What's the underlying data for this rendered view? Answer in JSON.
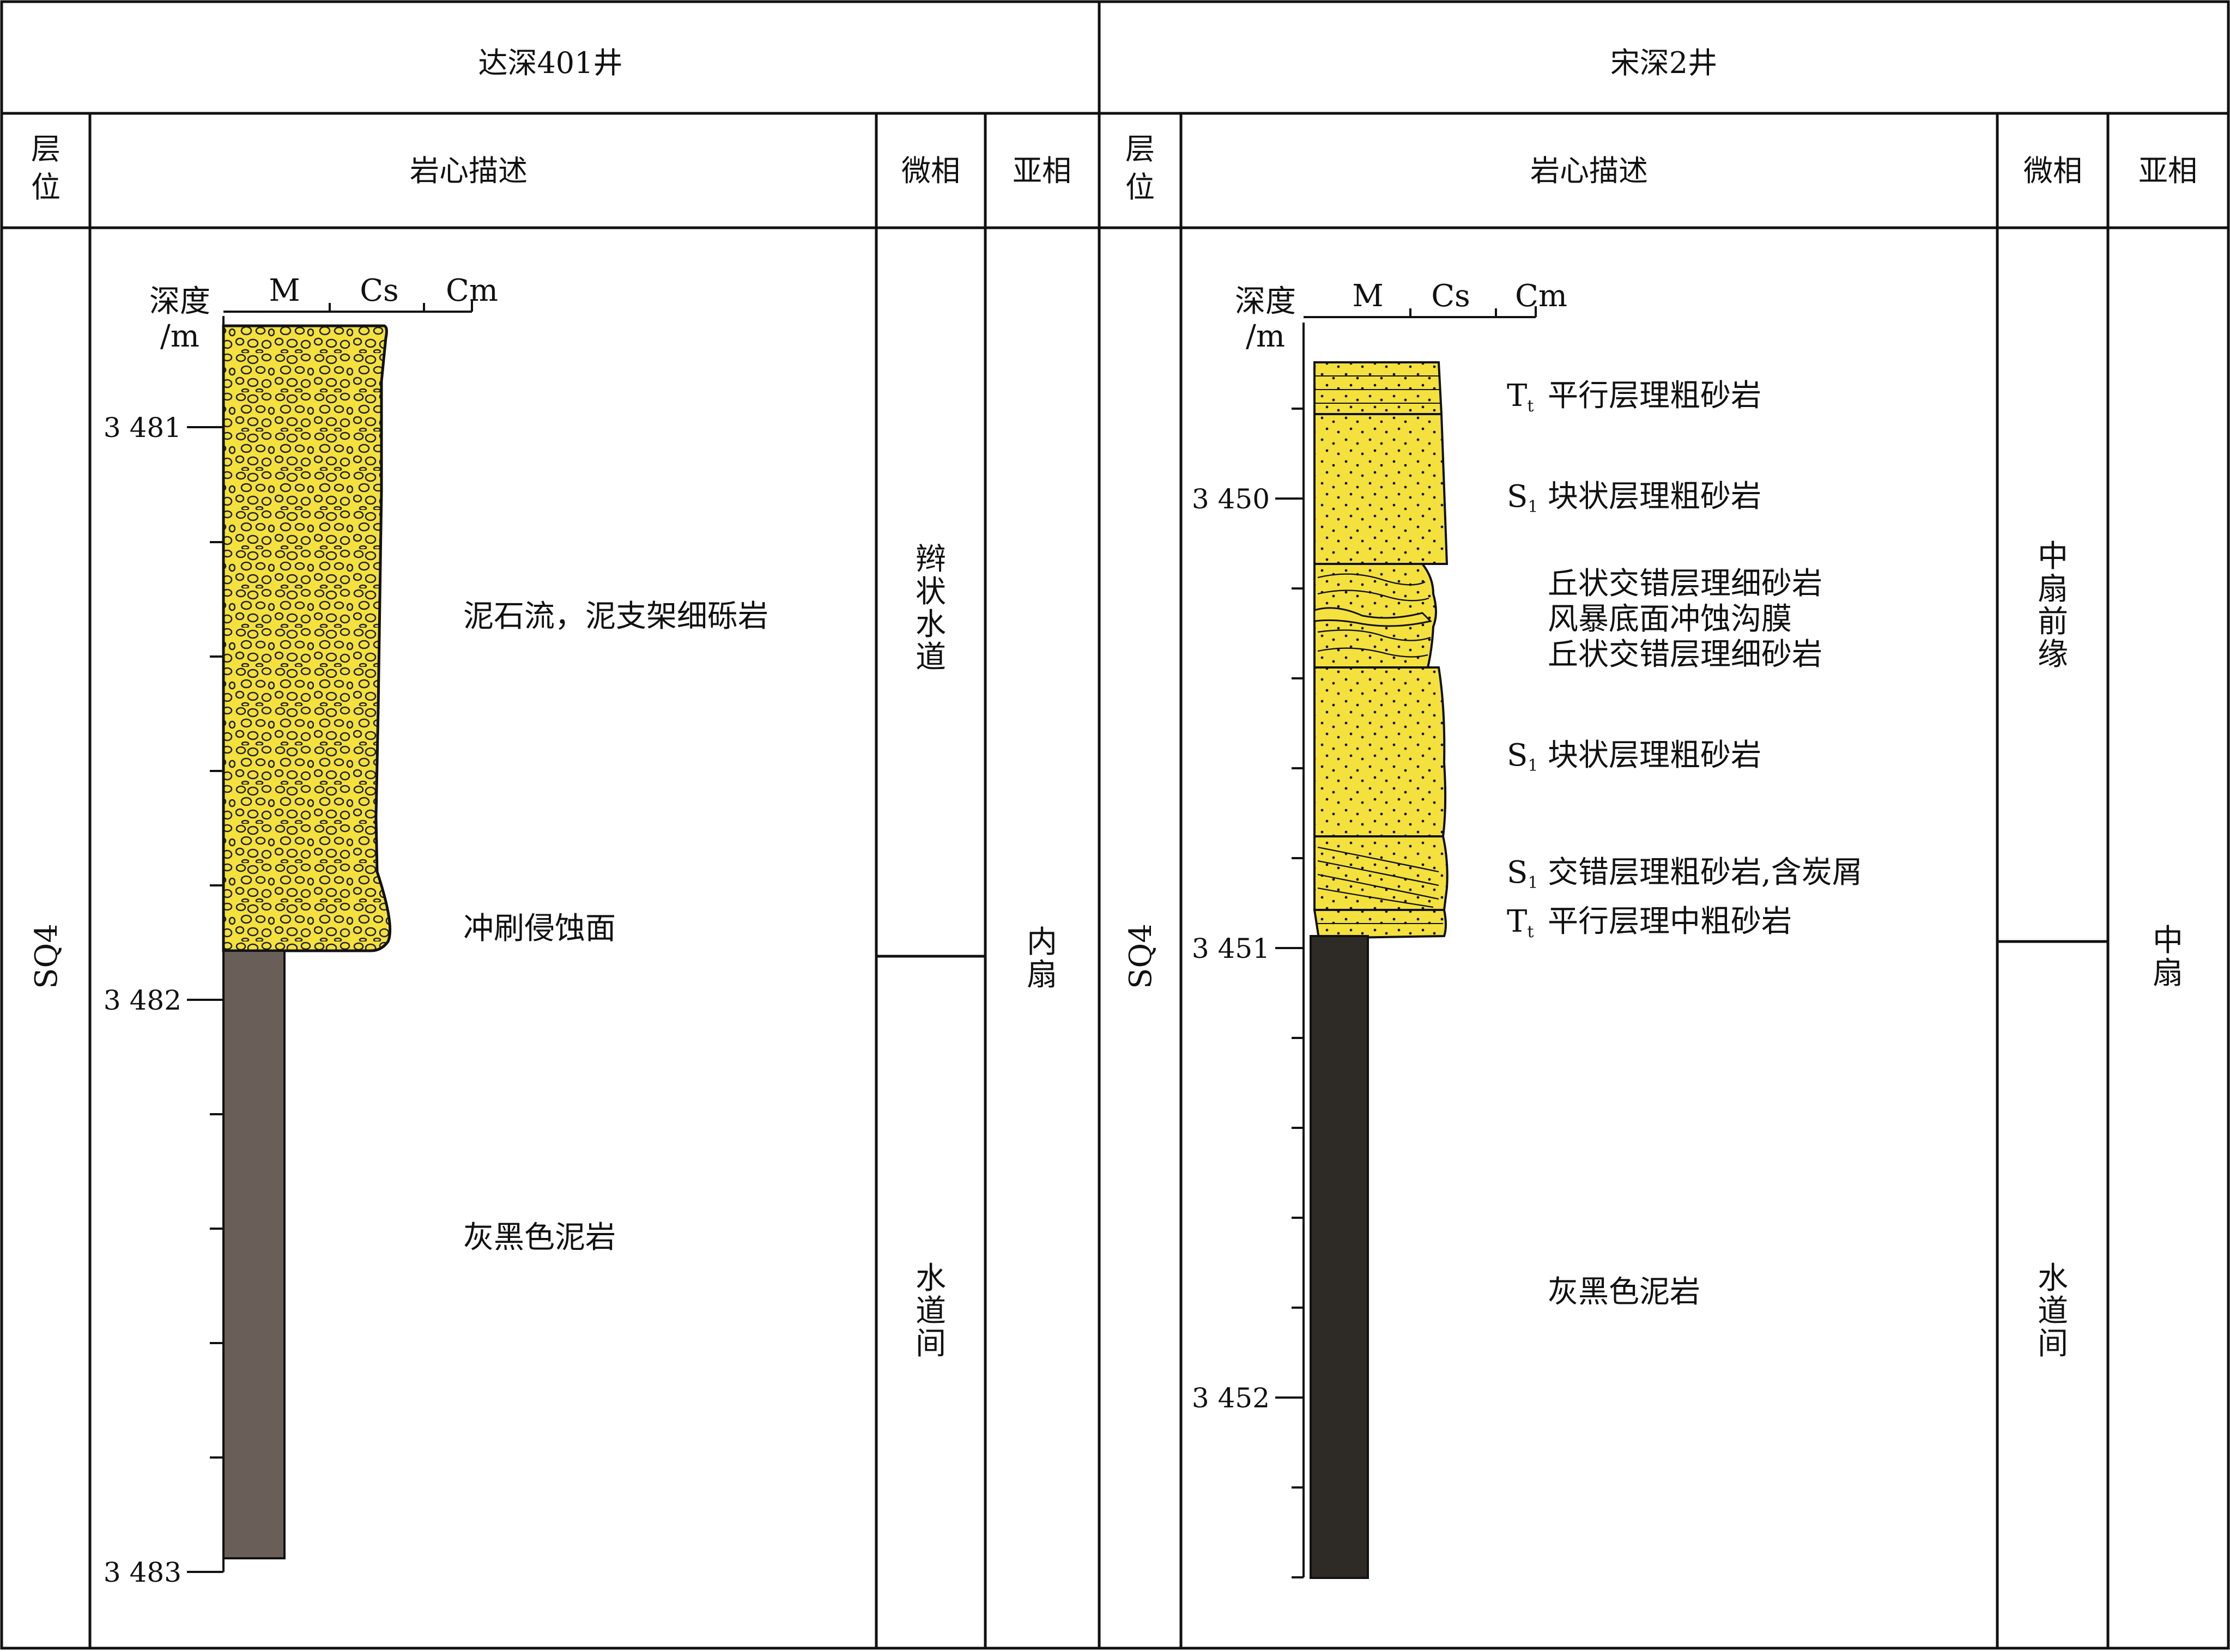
{
  "wells": [
    {
      "name": "达深401井",
      "header": {
        "strata": [
          "层",
          "位"
        ],
        "core": "岩心描述",
        "micro": "微相",
        "sub": "亚相"
      },
      "sequence": "SQ4",
      "depth_label": [
        "深度",
        "/m"
      ],
      "grain_scale": [
        "M",
        "Cs",
        "Cm"
      ],
      "depth_ticks": [
        "3 481",
        "3 482",
        "3 483"
      ],
      "descriptions": [
        "泥石流，泥支架细砾岩",
        "冲刷侵蚀面",
        "灰黑色泥岩"
      ],
      "micro_facies": [
        {
          "chars": [
            "辫",
            "状",
            "水",
            "道"
          ]
        },
        {
          "chars": [
            "水",
            "道",
            "间"
          ]
        }
      ],
      "sub_facies": {
        "chars": [
          "内",
          "扇"
        ]
      },
      "lithology": [
        {
          "name": "conglomerate",
          "color": "#f4e13d"
        },
        {
          "name": "mudstone",
          "color": "#6a5e58"
        }
      ]
    },
    {
      "name": "宋深2井",
      "header": {
        "strata": [
          "层",
          "位"
        ],
        "core": "岩心描述",
        "micro": "微相",
        "sub": "亚相"
      },
      "sequence": "SQ4",
      "depth_label": [
        "深度",
        "/m"
      ],
      "grain_scale": [
        "M",
        "Cs",
        "Cm"
      ],
      "depth_ticks": [
        "3 450",
        "3 451",
        "3 452"
      ],
      "descriptions": [
        {
          "code": "T",
          "sub": "t",
          "text": "平行层理粗砂岩"
        },
        {
          "code": "S",
          "sub": "1",
          "text": "块状层理粗砂岩"
        },
        {
          "code": "",
          "sub": "",
          "text": "丘状交错层理细砂岩"
        },
        {
          "code": "",
          "sub": "",
          "text": "风暴底面冲蚀沟膜"
        },
        {
          "code": "",
          "sub": "",
          "text": "丘状交错层理细砂岩"
        },
        {
          "code": "S",
          "sub": "1",
          "text": "块状层理粗砂岩"
        },
        {
          "code": "S",
          "sub": "1",
          "text": "交错层理粗砂岩,含炭屑"
        },
        {
          "code": "T",
          "sub": "t",
          "text": "平行层理中粗砂岩"
        },
        {
          "code": "",
          "sub": "",
          "text": "灰黑色泥岩"
        }
      ],
      "micro_facies": [
        {
          "chars": [
            "中",
            "扇",
            "前",
            "缘"
          ]
        },
        {
          "chars": [
            "水",
            "道",
            "间"
          ]
        }
      ],
      "sub_facies": {
        "chars": [
          "中",
          "扇"
        ]
      },
      "lithology": [
        {
          "name": "sandstone",
          "color": "#f4e13d"
        },
        {
          "name": "mudstone",
          "color": "#2e2a26"
        }
      ]
    }
  ]
}
